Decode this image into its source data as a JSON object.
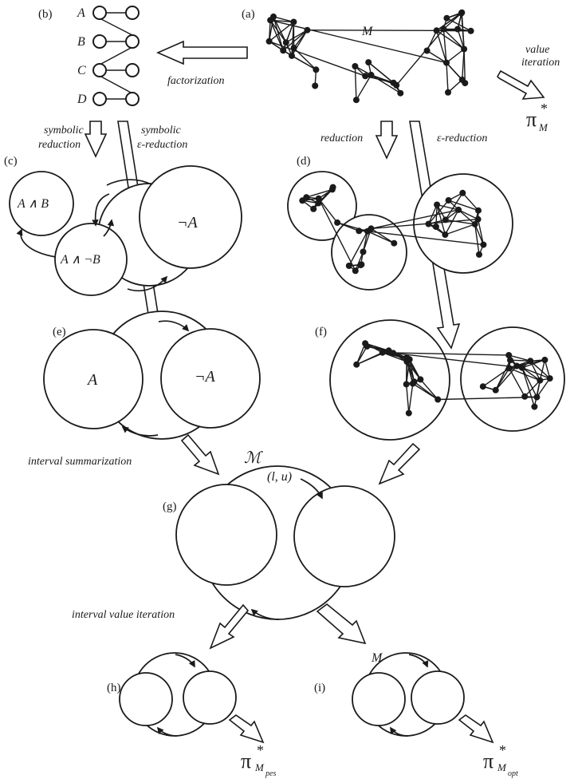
{
  "panels": {
    "a": "(a)",
    "b": "(b)",
    "c": "(c)",
    "d": "(d)",
    "e": "(e)",
    "f": "(f)",
    "g": "(g)",
    "h": "(h)",
    "i": "(i)"
  },
  "factored_vars": [
    "A",
    "B",
    "C",
    "D"
  ],
  "labels": {
    "M": "M",
    "M_script": "ℳ",
    "factorization": "factorization",
    "value_iteration_1": "value",
    "value_iteration_2": "iteration",
    "symbolic_reduction_1": "symbolic",
    "symbolic_reduction_2": "reduction",
    "symbolic_eps_1": "symbolic",
    "symbolic_eps_2": "ε-reduction",
    "reduction": "reduction",
    "eps_reduction": "ε-reduction",
    "interval_summarization": "interval summarization",
    "interval_value_iteration": "interval value iteration",
    "lu": "(l, u)",
    "pi": "π",
    "star": "*"
  },
  "blocks_c": {
    "A_and_B": "A ∧ B",
    "A_and_notB": "A ∧ ¬B",
    "notA": "¬A"
  },
  "blocks_e": {
    "A": "A",
    "notA": "¬A"
  },
  "policies": {
    "M_sub": "M",
    "pes": "pes",
    "opt": "opt"
  },
  "colors": {
    "ink": "#1a1a1a",
    "background": "#ffffff"
  }
}
